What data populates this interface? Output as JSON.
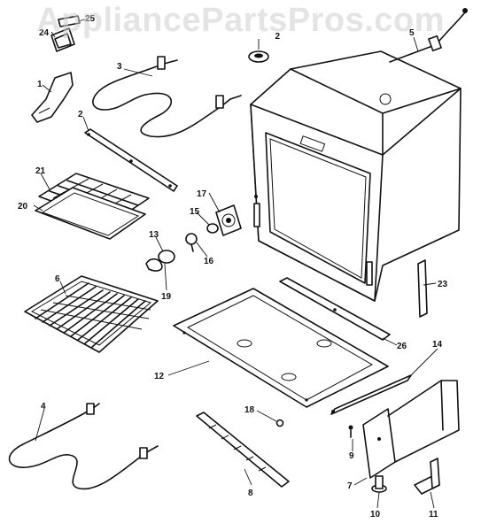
{
  "watermark": "AppliancePartsPros.com",
  "colors": {
    "line": "#111111",
    "watermark": "#cdcdcd",
    "background": "#ffffff"
  },
  "callouts": {
    "c1": "1",
    "c2": "2",
    "c2b": "2",
    "c3": "3",
    "c4": "4",
    "c5": "5",
    "c6": "6",
    "c7": "7",
    "c8": "8",
    "c9": "9",
    "c10": "10",
    "c11": "11",
    "c12": "12",
    "c13": "13",
    "c14": "14",
    "c15": "15",
    "c16": "16",
    "c17": "17",
    "c18": "18",
    "c19": "19",
    "c20": "20",
    "c21": "21",
    "c23": "23",
    "c24": "24",
    "c25": "25",
    "c26": "26"
  }
}
